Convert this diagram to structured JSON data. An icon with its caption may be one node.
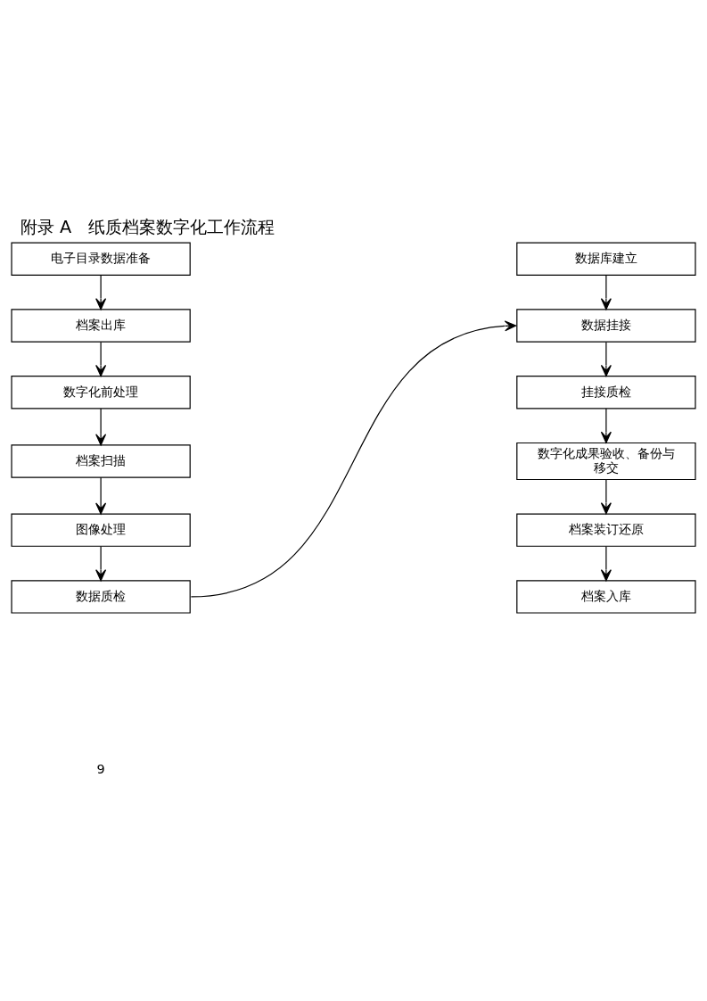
{
  "diagram": {
    "title": "附录 A　纸质档案数字化工作流程",
    "nodes": [
      {
        "text": [
          "电子目录数据准备"
        ]
      },
      {
        "text": [
          "档案出库"
        ]
      },
      {
        "text": [
          "数字化前处理"
        ]
      },
      {
        "text": [
          "档案扫描"
        ]
      },
      {
        "text": [
          "图像处理"
        ]
      },
      {
        "text": [
          "数据质检"
        ]
      },
      {
        "text": [
          "数据库建立"
        ]
      },
      {
        "text": [
          "数据挂接"
        ]
      },
      {
        "text": [
          "挂接质检"
        ]
      },
      {
        "text": [
          "数字化成果验收、备份与移交"
        ]
      },
      {
        "text": [
          "档案装订还原"
        ]
      },
      {
        "text": [
          "档案入库"
        ]
      }
    ],
    "edges": [
      {
        "from": 0,
        "to": 1,
        "arrow": "to"
      },
      {
        "from": 1,
        "to": 2,
        "arrow": "to"
      },
      {
        "from": 2,
        "to": 3,
        "arrow": "to"
      },
      {
        "from": 3,
        "to": 4,
        "arrow": "to"
      },
      {
        "from": 4,
        "to": 5,
        "arrow": "to"
      },
      {
        "from": 5,
        "to": 7,
        "arrow": "to"
      },
      {
        "from": 6,
        "to": 7,
        "arrow": "to"
      },
      {
        "from": 7,
        "to": 8,
        "arrow": "to"
      },
      {
        "from": 8,
        "to": 9,
        "arrow": "to"
      },
      {
        "from": 9,
        "to": 10,
        "arrow": "to"
      },
      {
        "from": 10,
        "to": 11,
        "arrow": "to"
      }
    ],
    "labels": [
      "9"
    ]
  }
}
